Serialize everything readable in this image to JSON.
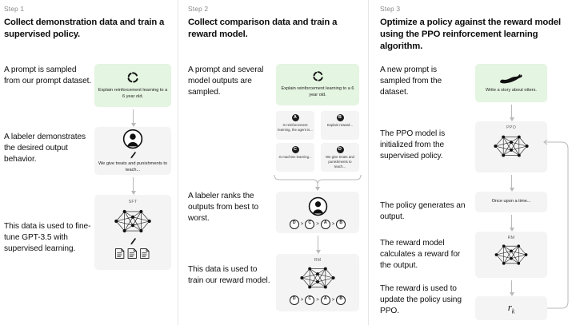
{
  "diagram": {
    "title": "RLHF three-step training process",
    "colors": {
      "background": "#ffffff",
      "node_fill": "#f4f4f4",
      "prompt_fill": "#e4f5e1",
      "arrow": "#b9b9b9",
      "divider": "#e6e6e6",
      "text": "#111111",
      "muted_text": "#8a8a8a"
    }
  },
  "columns": [
    {
      "step_label": "Step 1",
      "title": "Collect demonstration data and train a supervised policy.",
      "captions": [
        "A prompt is sampled from our prompt dataset.",
        "A labeler demonstrates the desired output behavior.",
        "This data is used to fine-tune GPT-3.5 with supervised learning."
      ],
      "nodes": [
        {
          "name": "prompt",
          "icon": "dashed-circle-icon",
          "text": "Explain reinforcement learning to a 6 year old.",
          "tag": ""
        },
        {
          "name": "labeler",
          "icon": "person-icon",
          "text": "We give treats and punishments to teach...",
          "tag": ""
        },
        {
          "name": "sft-model",
          "icon": "network-icon",
          "text": "",
          "tag": "SFT"
        }
      ]
    },
    {
      "step_label": "Step 2",
      "title": "Collect comparison data and train a reward model.",
      "captions": [
        "A prompt and several model outputs are sampled.",
        "A labeler ranks the outputs from best to worst.",
        "This data is used to train our reward model."
      ],
      "nodes": [
        {
          "name": "prompt",
          "icon": "dashed-circle-icon",
          "text": "Explain reinforcement learning to a 6 year old.",
          "tag": ""
        },
        {
          "name": "labeler-ranking",
          "icon": "person-icon",
          "text": "",
          "tag": ""
        },
        {
          "name": "reward-model",
          "icon": "network-icon",
          "text": "",
          "tag": "RM"
        }
      ],
      "output_cards": [
        {
          "letter": "A",
          "text": "In reinforcement learning, the agent is..."
        },
        {
          "letter": "B",
          "text": "Explain reward..."
        },
        {
          "letter": "C",
          "text": "In machine learning..."
        },
        {
          "letter": "D",
          "text": "We give treats and punishments to teach..."
        }
      ],
      "ranking": [
        "D",
        "C",
        "A",
        "B"
      ]
    },
    {
      "step_label": "Step 3",
      "title": "Optimize a policy against the reward model using the PPO reinforcement learning algorithm.",
      "captions": [
        "A new prompt is sampled from the dataset.",
        "The PPO model is initialized from the supervised policy.",
        "The policy generates an output.",
        "The reward model calculates a reward for the output.",
        "The reward is used to update the policy using PPO."
      ],
      "nodes": [
        {
          "name": "new-prompt",
          "icon": "otter-icon",
          "text": "Write a story about otters.",
          "tag": ""
        },
        {
          "name": "ppo-model",
          "icon": "network-icon",
          "text": "",
          "tag": "PPO"
        },
        {
          "name": "generated-output",
          "icon": "",
          "text": "Once upon a time...",
          "tag": ""
        },
        {
          "name": "reward-model",
          "icon": "network-icon",
          "text": "",
          "tag": "RM"
        },
        {
          "name": "reward-value",
          "icon": "",
          "text": "r",
          "tag": "k"
        }
      ]
    }
  ]
}
